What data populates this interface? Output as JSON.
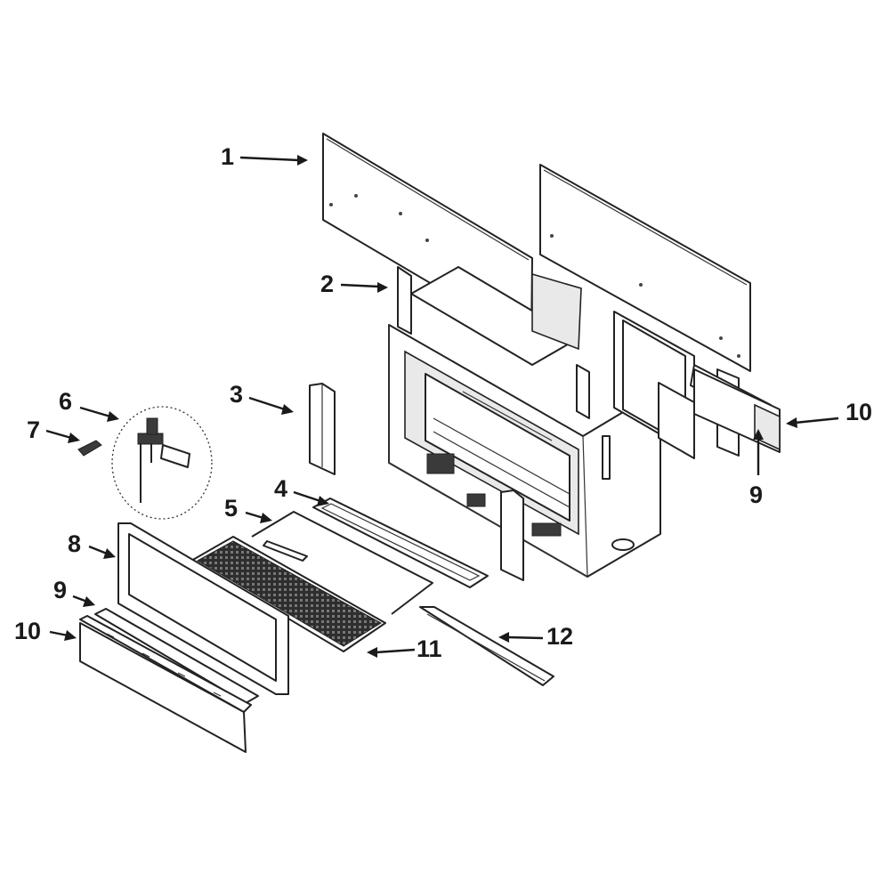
{
  "diagram": {
    "callouts": [
      {
        "id": "c1",
        "label": "1"
      },
      {
        "id": "c2",
        "label": "2"
      },
      {
        "id": "c3",
        "label": "3"
      },
      {
        "id": "c4",
        "label": "4"
      },
      {
        "id": "c5",
        "label": "5"
      },
      {
        "id": "c6",
        "label": "6"
      },
      {
        "id": "c7",
        "label": "7"
      },
      {
        "id": "c8",
        "label": "8"
      },
      {
        "id": "c9a",
        "label": "9"
      },
      {
        "id": "c10a",
        "label": "10"
      },
      {
        "id": "c11",
        "label": "11"
      },
      {
        "id": "c12",
        "label": "12"
      },
      {
        "id": "c9b",
        "label": "9"
      },
      {
        "id": "c10b",
        "label": "10"
      }
    ]
  }
}
